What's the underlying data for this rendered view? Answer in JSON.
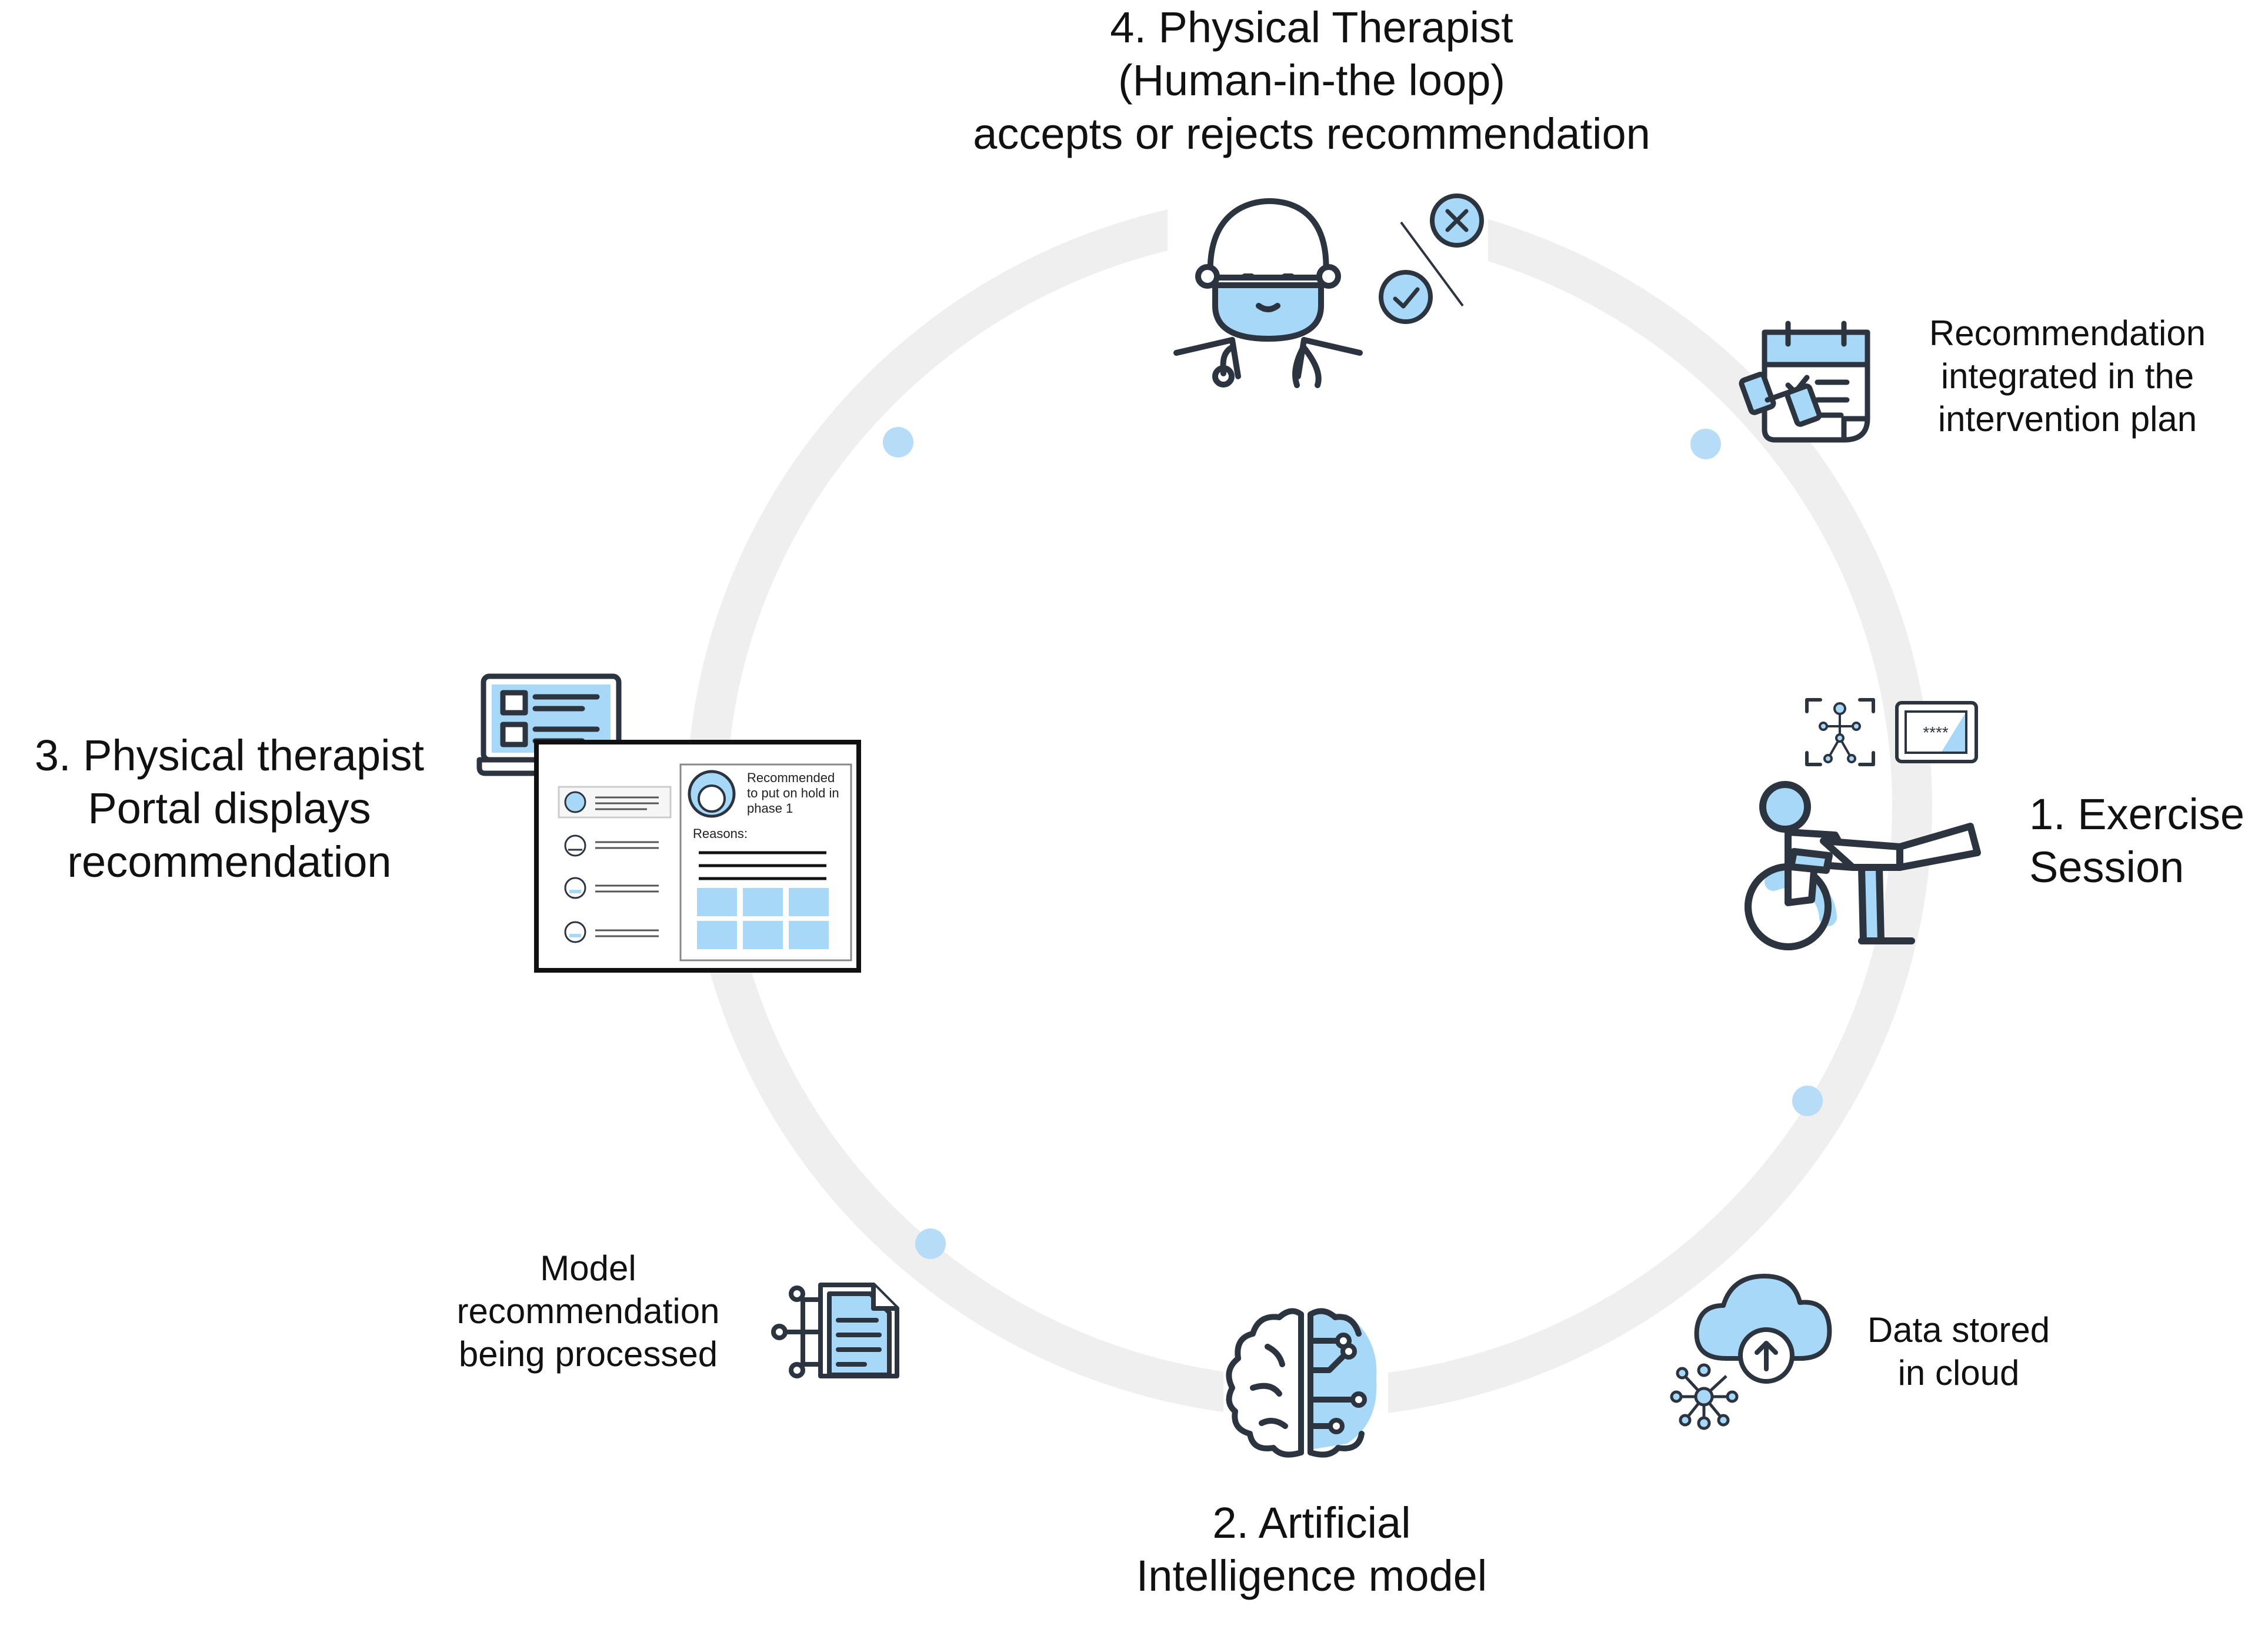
{
  "steps": {
    "physical_therapist": {
      "lines": [
        "4. Physical Therapist",
        "(Human-in-the loop)",
        "accepts or rejects recommendation"
      ]
    },
    "exercise_session": {
      "lines": [
        "1. Exercise",
        "Session"
      ]
    },
    "ai_model": {
      "lines": [
        "2. Artificial",
        "Intelligence model"
      ]
    },
    "portal": {
      "lines": [
        "3. Physical therapist",
        "Portal displays",
        "recommendation"
      ]
    }
  },
  "notes": {
    "intervention_plan": {
      "lines": [
        "Recommendation",
        "integrated in the",
        "intervention plan"
      ]
    },
    "data_cloud": {
      "lines": [
        "Data stored",
        "in cloud"
      ]
    },
    "model_processing": {
      "lines": [
        "Model",
        "recommendation",
        "being processed"
      ]
    }
  },
  "portal_screen": {
    "card_text": [
      "Recommended",
      "to put on hold in",
      "phase 1"
    ],
    "reasons_label": "Reasons:"
  },
  "tablet_text": "****",
  "colors": {
    "accent": "#a8d8f8",
    "accent_dot": "#b7dcf7",
    "ring": "#efefef",
    "ink": "#2c3440",
    "text": "#111111"
  },
  "icons": [
    "doctor-icon",
    "reject-icon",
    "accept-icon",
    "calendar-plan-icon",
    "skeleton-tracking-icon",
    "tablet-icon",
    "exercise-person-icon",
    "cloud-upload-icon",
    "network-icon",
    "ai-brain-icon",
    "document-processing-icon",
    "laptop-icon",
    "portal-screen-icon"
  ]
}
